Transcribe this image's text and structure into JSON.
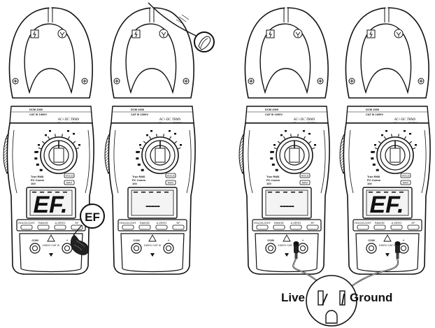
{
  "meters": [
    {
      "id": "meter-1",
      "model_line_1": "DCM 2000",
      "model_line_2": "CAT III 1000V",
      "title_line_1": "AC+DC TRMS",
      "title_line_2": "Clamp-on DMM",
      "lcd_text": "EF.",
      "buttons": [
        "HOLD/LIGHT",
        "RANGE",
        "A ZERO",
        "EF"
      ],
      "side_labels": [
        "True RMS",
        "PC Comm",
        "100",
        "HOLD",
        "MAX"
      ],
      "terminals": [
        "COM",
        "+",
        "1000V CAT III"
      ]
    },
    {
      "id": "meter-2",
      "model_line_1": "DCM 2000",
      "model_line_2": "CAT III 1000V",
      "title_line_1": "AC+DC TRMS",
      "title_line_2": "Clamp-on DMM",
      "lcd_text": "-----",
      "buttons": [
        "HOLD/LIGHT",
        "RANGE",
        "A ZERO",
        "EF"
      ],
      "side_labels": [
        "True RMS",
        "PC Comm",
        "100",
        "HOLD",
        "MAX"
      ],
      "terminals": [
        "COM",
        "+",
        "1000V CAT III"
      ]
    },
    {
      "id": "meter-3",
      "model_line_1": "DCM 2000",
      "model_line_2": "CAT III 1000V",
      "title_line_1": "AC+DC TRMS",
      "title_line_2": "Clamp-on DMM",
      "lcd_text": "-----",
      "buttons": [
        "HOLD/LIGHT",
        "RANGE",
        "A ZERO",
        "EF"
      ],
      "side_labels": [
        "True RMS",
        "PC Comm",
        "100",
        "HOLD",
        "MAX"
      ],
      "terminals": [
        "COM",
        "+",
        "1000V CAT III"
      ]
    },
    {
      "id": "meter-4",
      "model_line_1": "DCM 2000",
      "model_line_2": "CAT III 1000V",
      "title_line_1": "AC+DC TRMS",
      "title_line_2": "Clamp-on DMM",
      "lcd_text": "EF.",
      "buttons": [
        "HOLD/LIGHT",
        "RANGE",
        "A ZERO",
        "EF"
      ],
      "side_labels": [
        "True RMS",
        "PC Comm",
        "100",
        "HOLD",
        "MAX"
      ],
      "terminals": [
        "COM",
        "+",
        "1000V CAT III"
      ]
    }
  ],
  "callout_text": "EF",
  "socket_labels": {
    "live": "Live",
    "ground": "Ground"
  },
  "icon_names": [
    "clamp-meter-icon",
    "pointing-hand-icon",
    "wire-icon",
    "outlet-icon",
    "test-probe-icon"
  ],
  "colors": {
    "outline": "#111111",
    "panel": "#ffffff",
    "lcd": "#f4f4f4"
  }
}
